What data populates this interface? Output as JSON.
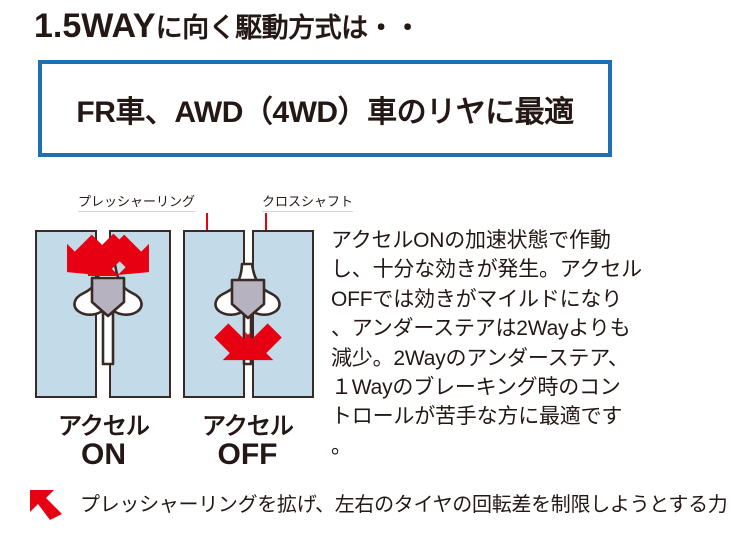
{
  "headline": {
    "way": "1.5WAY",
    "tail": "に向く駆動方式は・・"
  },
  "callout": {
    "text": "FR車、AWD（4WD）車のリヤに最適",
    "border_color": "#1f6fb5"
  },
  "diagram": {
    "labels": {
      "pressure_ring": "プレッシャーリング",
      "cross_shaft": "クロスシャフト"
    },
    "captions": [
      {
        "line1": "アクセル",
        "line2": "ON"
      },
      {
        "line1": "アクセル",
        "line2": "OFF"
      }
    ],
    "colors": {
      "plate": "#c3dbe8",
      "outline": "#3a2a26",
      "arrow": "#e60012",
      "shaft": "#b6b2c0",
      "ring": "#ffffff"
    }
  },
  "body_copy": {
    "lines": [
      "アクセルONの加速状態で作動",
      "し、十分な効きが発生。アクセル",
      "OFFでは効きがマイルドになり",
      "、アンダーステアは2Wayよりも",
      "減少。2Wayのアンダーステア、",
      "１Wayのブレーキング時のコン",
      "トロールが苦手な方に最適です",
      "。"
    ]
  },
  "legend": {
    "icon": "red-arrow-icon",
    "text": "プレッシャーリングを拡げ、左右のタイヤの回転差を制限しようとする力"
  }
}
